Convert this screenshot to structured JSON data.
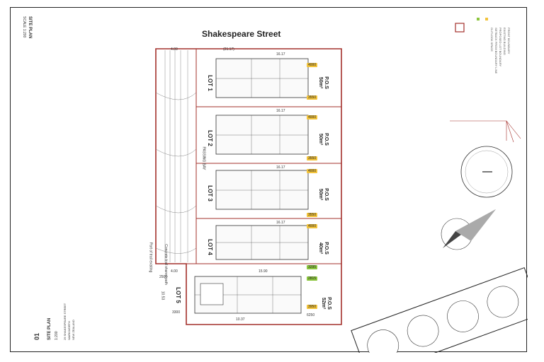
{
  "sheet": {
    "left_title": "SITE PLAN",
    "left_scale": "SCALE 1:200",
    "street_name": "Shakespeare Street",
    "sheet_no": "01",
    "title_block_title": "SITE PLAN",
    "title_block_scale": "1:200",
    "address_lines": [
      "29 SHAKESPEARE STREET",
      "WARKWORTH",
      "NEW ZEALAND"
    ]
  },
  "lots": [
    {
      "label": "LOT 1",
      "pos": "P.O.S",
      "area": "50m²",
      "width": "16.17",
      "tag_top": "4000",
      "tag_bottom": "3550"
    },
    {
      "label": "LOT 2",
      "pos": "P.O.S",
      "area": "50m²",
      "width": "16.17",
      "tag_top": "4000",
      "tag_bottom": "3550"
    },
    {
      "label": "LOT 3",
      "pos": "P.O.S",
      "area": "50m²",
      "width": "16.17",
      "tag_top": "4000",
      "tag_bottom": "3550"
    },
    {
      "label": "LOT 4",
      "pos": "P.O.S",
      "area": "40m²",
      "width": "16.17",
      "tag_top": "4000",
      "tag_bottom": "3295"
    },
    {
      "label": "LOT 5",
      "pos": "P.O.S",
      "area": "52m²",
      "width": "15.90",
      "tag_top": "2815",
      "tag_bottom": "3950"
    }
  ],
  "dims": {
    "top_4": "4.00",
    "top_2117": "(21.17)",
    "side_4": "4.00",
    "bottom_1037": "10.37",
    "passing_bay": "PASSING BAY",
    "lot5_2500": "2500",
    "lot5_3300": "3300",
    "lot5_6250": "6250",
    "lot5_1053": "10.53",
    "note1": "Part of trail existing",
    "note2": "Concrete trail shared path"
  },
  "legend_lines": [
    "FRONT BOUNDARY",
    "EXISTING BUILDING",
    "PROPOSED LOT BOUNDARY",
    "SETBACK FROM BOUNDARY LINE",
    "OUTLOOK SPACE"
  ],
  "colors": {
    "boundary": "#a3302b",
    "tag_yellow": "#f2c33b",
    "tag_green": "#8cc63e",
    "line": "#333333"
  }
}
